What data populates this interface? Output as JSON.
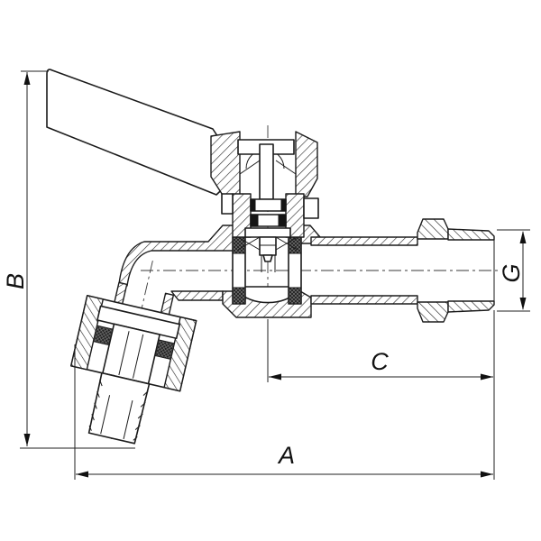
{
  "page": {
    "background": "#ffffff"
  },
  "dimensions": {
    "overall_length": {
      "label": "A",
      "orientation": "horizontal"
    },
    "overall_height": {
      "label": "B",
      "orientation": "vertical"
    },
    "center_to_inlet": {
      "label": "C",
      "orientation": "horizontal"
    },
    "thread_size": {
      "label": "G",
      "orientation": "vertical"
    }
  },
  "colors": {
    "line": "#1b1b1b",
    "dimension_line": "#222222",
    "background": "#ffffff",
    "seal_fill": "#1d1d1d"
  }
}
